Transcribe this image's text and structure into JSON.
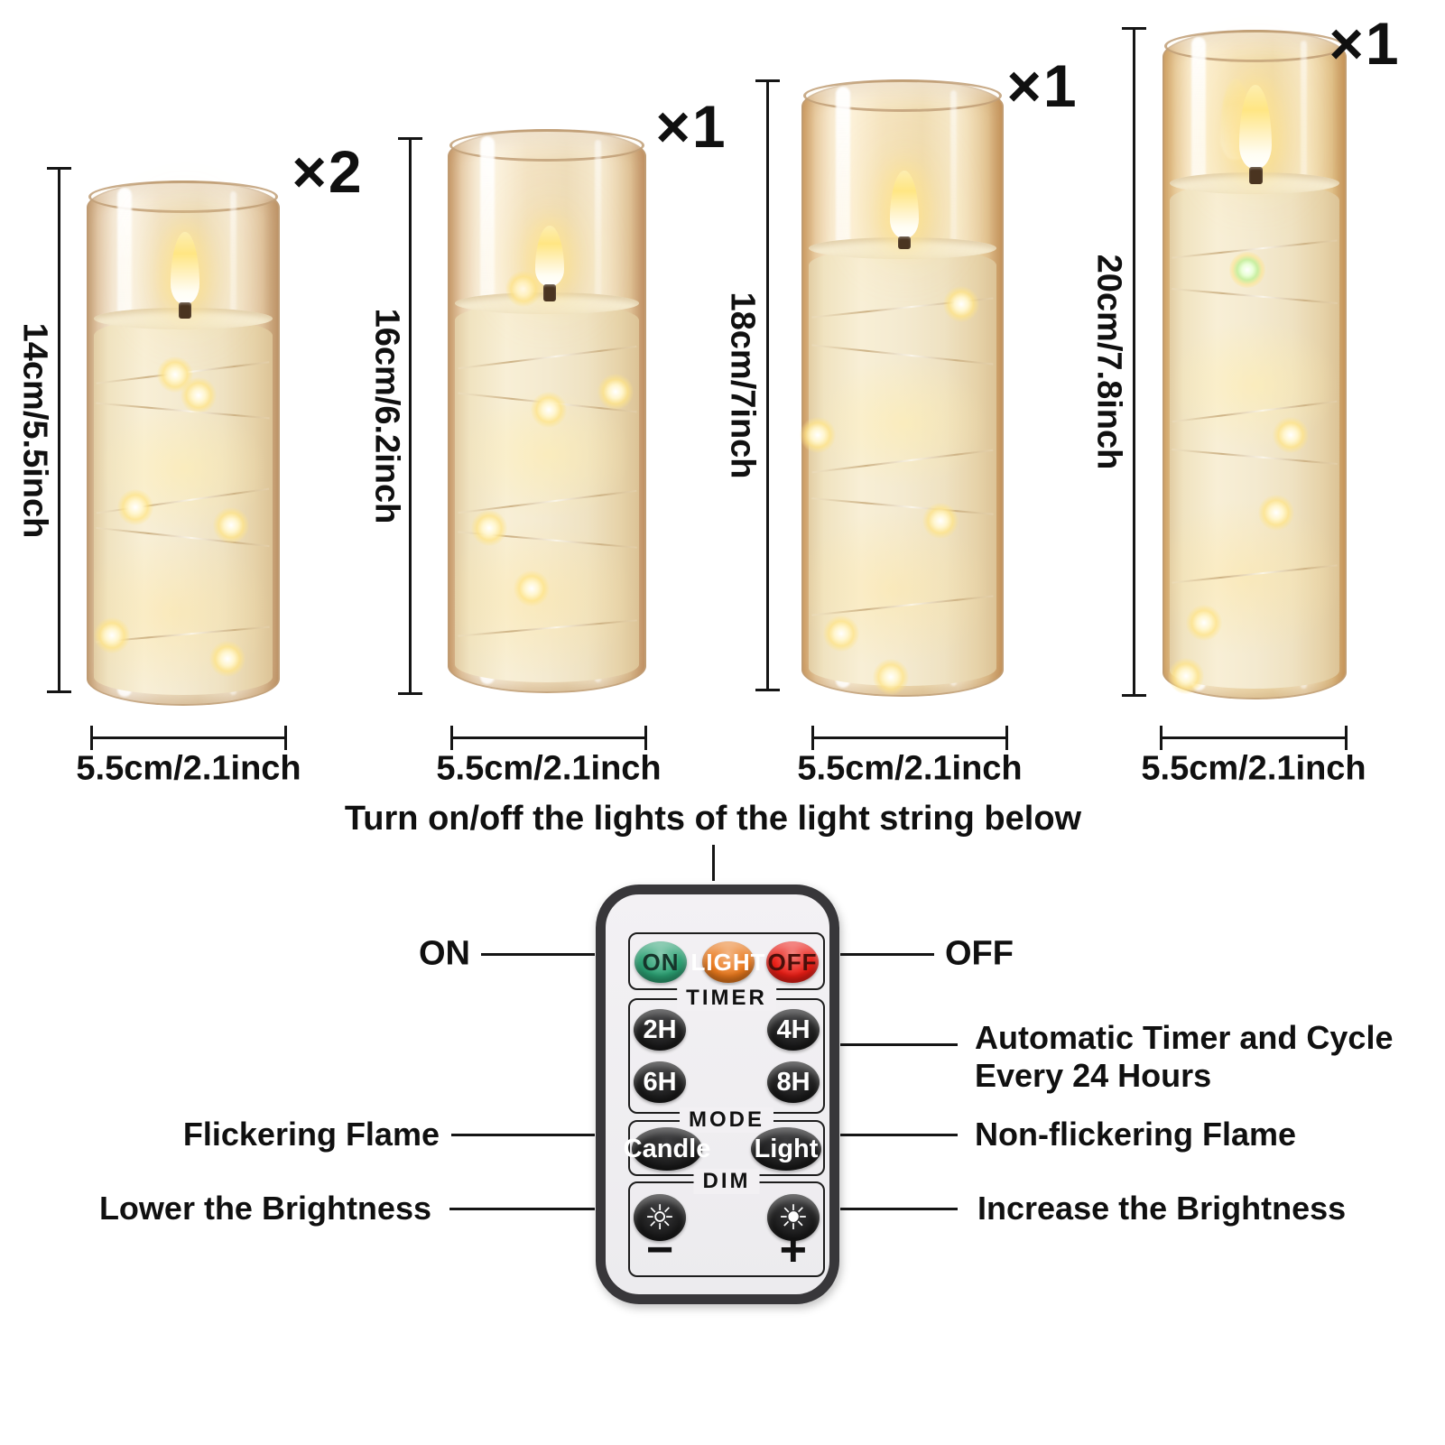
{
  "candles": [
    {
      "quantity": "×2",
      "height": "14cm/5.5inch",
      "width": "5.5cm/2.1inch"
    },
    {
      "quantity": "×1",
      "height": "16cm/6.2inch",
      "width": "5.5cm/2.1inch"
    },
    {
      "quantity": "×1",
      "height": "18cm/7inch",
      "width": "5.5cm/2.1inch"
    },
    {
      "quantity": "×1",
      "height": "20cm/7.8inch",
      "width": "5.5cm/2.1inch"
    }
  ],
  "caption": "Turn on/off the lights of the light string below",
  "remote": {
    "power": {
      "on": "ON",
      "light": "LIGHT",
      "off": "OFF"
    },
    "power_colors": {
      "on": "#2ba173",
      "light": "#e9791d",
      "off": "#ea1d15"
    },
    "power_text_colors": {
      "on": "#16342a",
      "light": "#ffffff",
      "off": "#4a0f0a"
    },
    "timer": {
      "title": "TIMER",
      "buttons": [
        "2H",
        "4H",
        "6H",
        "8H"
      ]
    },
    "mode": {
      "title": "MODE",
      "candle": "Candle",
      "light": "Light"
    },
    "dim": {
      "title": "DIM",
      "dim_icon": "☼",
      "bright_icon": "☀",
      "minus": "−",
      "plus": "+"
    }
  },
  "callouts": {
    "on": "ON",
    "off": "OFF",
    "timer_line1": "Automatic Timer and Cycle",
    "timer_line2": "Every 24 Hours",
    "flicker": "Flickering Flame",
    "non_flicker": "Non-flickering Flame",
    "lower": "Lower the Brightness",
    "increase": "Increase the Brightness"
  }
}
